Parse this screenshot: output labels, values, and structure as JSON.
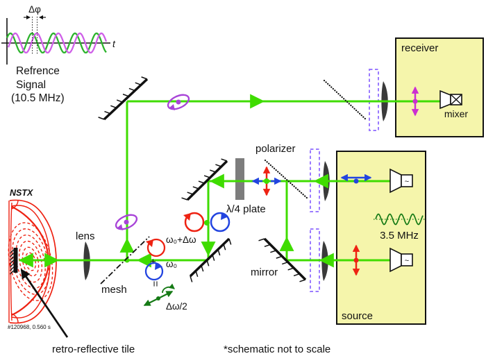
{
  "waveform_panel": {
    "phase_shift_label": "Δφ",
    "time_axis_label": "t",
    "reference_label": "Refrence",
    "signal_label": "Signal",
    "frequency_label": "(10.5 MHz)"
  },
  "receiver": {
    "title": "receiver",
    "mixer_label": "mixer"
  },
  "source": {
    "title": "source",
    "modulation_label": "3.5 MHz",
    "horn_symbol": "~"
  },
  "optics_labels": {
    "polarizer": "polarizer",
    "quarter_wave_plate": "λ/4 plate",
    "mirror": "mirror",
    "lens": "lens",
    "mesh": "mesh"
  },
  "beam_math": {
    "upper_term": "ω₀+Δω",
    "plus": "+",
    "lower_term": "ω₀",
    "equals": "=",
    "result": "Δω/2"
  },
  "nstx": {
    "title": "NSTX",
    "shot_label": "#120968, 0.560 s"
  },
  "captions": {
    "tile": "retro-reflective tile",
    "note": "*schematic not to scale"
  },
  "colors": {
    "beam_green": "#3fdc00",
    "wave_green": "#2db42d",
    "dark_green": "#157a15",
    "signal_magenta": "#cf5fe8",
    "arrow_magenta": "#cc2ed1",
    "ellipse_violet": "#a844d8",
    "window_violet": "#9b7bff",
    "red": "#ee2212",
    "blue": "#2244e0",
    "box_yellow": "#f5f5ab",
    "plate_gray": "#7d7d7d",
    "lens_dark": "#3a3a3a",
    "black": "#111111"
  }
}
